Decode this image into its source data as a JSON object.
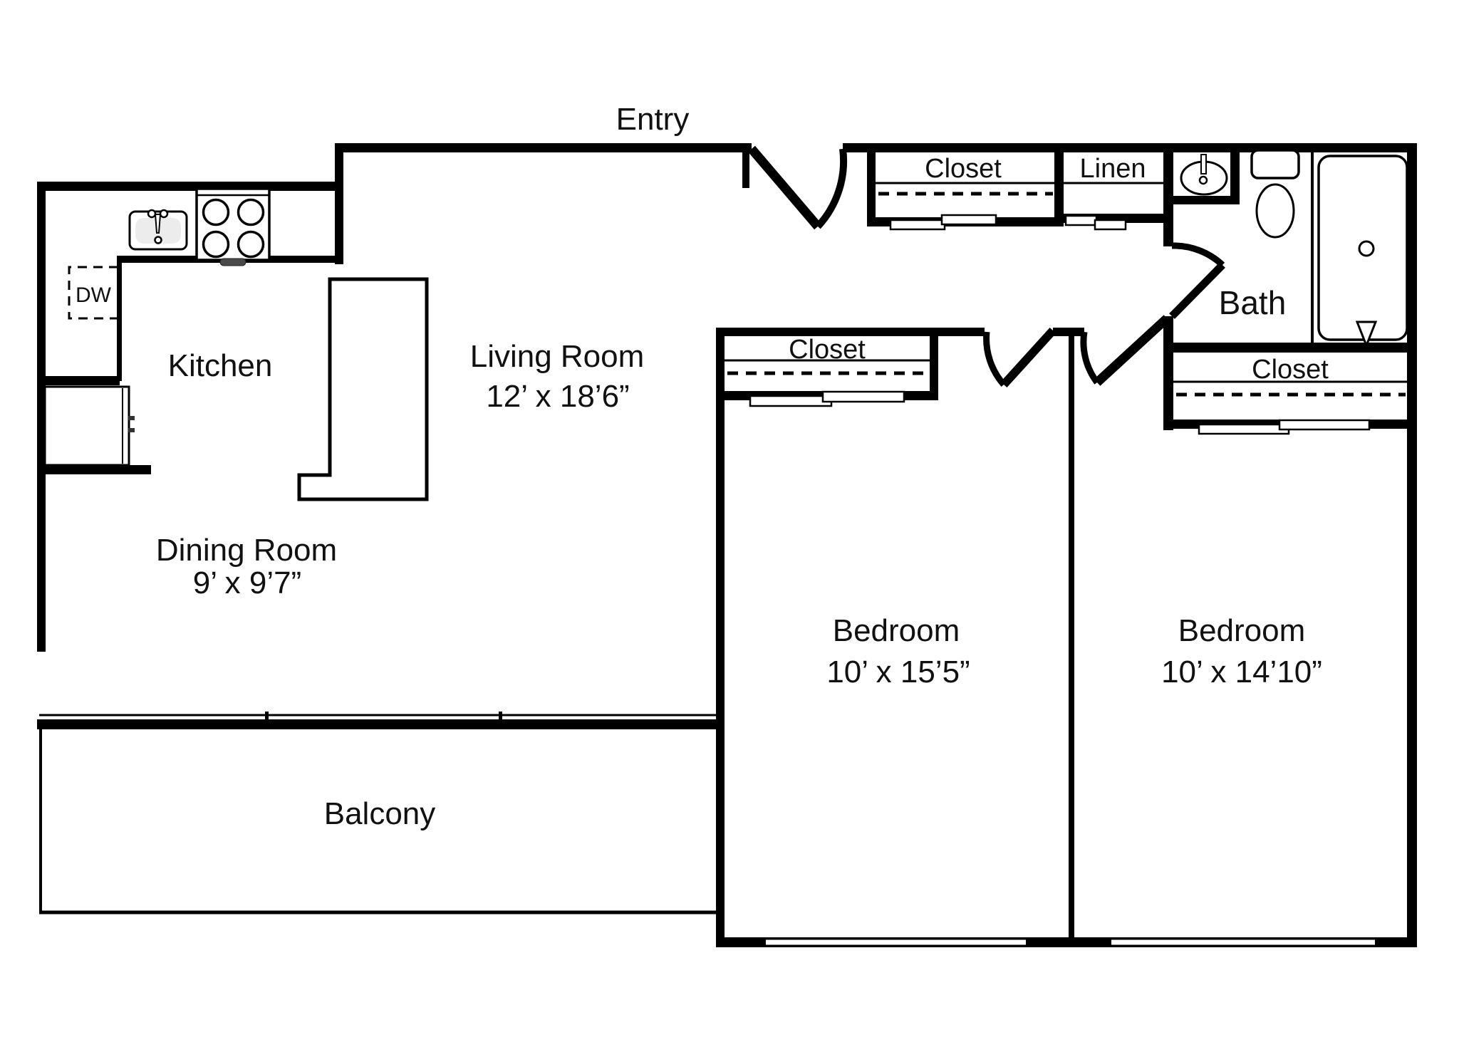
{
  "rooms": {
    "entry": {
      "label": "Entry"
    },
    "kitchen": {
      "label": "Kitchen"
    },
    "living_room": {
      "label": "Living Room",
      "dimensions": "12’ x 18’6”"
    },
    "dining_room": {
      "label": "Dining Room",
      "dimensions": "9’ x 9’7”"
    },
    "bedroom_left": {
      "label": "Bedroom",
      "dimensions": "10’ x 15’5”"
    },
    "bedroom_right": {
      "label": "Bedroom",
      "dimensions": "10’ x 14’10”"
    },
    "bath": {
      "label": "Bath"
    },
    "balcony": {
      "label": "Balcony"
    }
  },
  "closets": {
    "entry_closet": {
      "label": "Closet"
    },
    "linen_closet": {
      "label": "Linen"
    },
    "bedroom_left_closet": {
      "label": "Closet"
    },
    "bedroom_right_closet": {
      "label": "Closet"
    }
  },
  "appliances": {
    "dishwasher": {
      "label": "DW"
    }
  },
  "colors": {
    "wall": "#000000",
    "background": "#ffffff",
    "sink_basin": "#ececec",
    "stove_handle": "#4a4a4a"
  }
}
